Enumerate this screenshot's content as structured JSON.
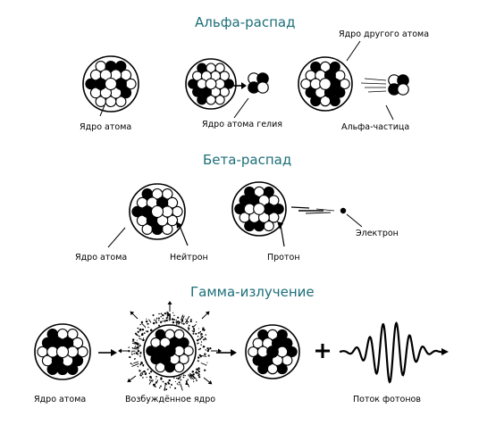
{
  "sections": {
    "alpha": {
      "title": "Альфа-распад",
      "labels": {
        "nucleus": "Ядро атома",
        "helium_nucleus": "Ядро атома гелия",
        "other_atom_nucleus": "Ядро другого атома",
        "alpha_particle": "Альфа-частица"
      }
    },
    "beta": {
      "title": "Бета-распад",
      "labels": {
        "nucleus": "Ядро атома",
        "neutron": "Нейтрон",
        "proton": "Протон",
        "electron": "Электрон"
      }
    },
    "gamma": {
      "title": "Гамма-излучение",
      "labels": {
        "nucleus": "Ядро атома",
        "excited_nucleus": "Возбуждённое ядро",
        "photon_stream": "Поток фотонов"
      }
    }
  },
  "colors": {
    "heading": "#1c6f78",
    "ink": "#000000",
    "paper": "#ffffff"
  }
}
